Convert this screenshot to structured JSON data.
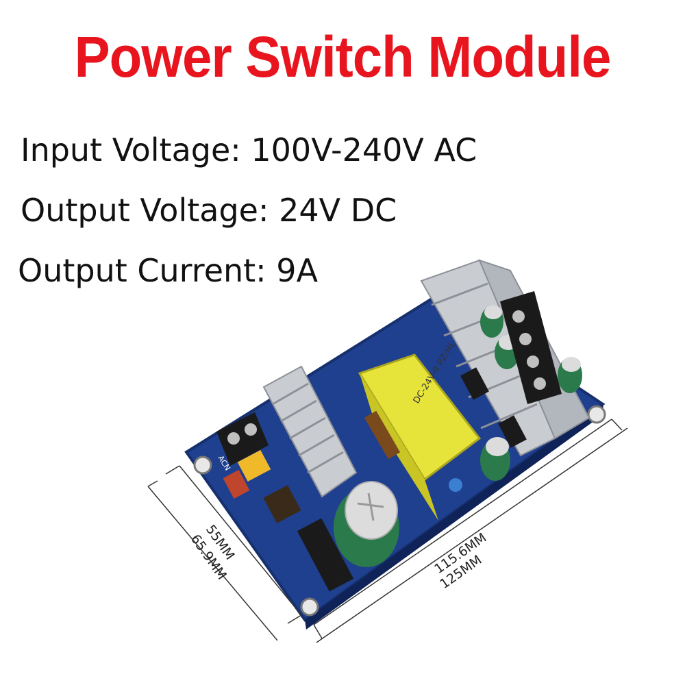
{
  "title": "Power Switch Module",
  "specs": {
    "input_voltage": "Input Voltage: 100V-240V AC",
    "output_voltage": "Output Voltage: 24V DC",
    "output_current": "Output Current: 9A"
  },
  "dimensions": {
    "inner_width": "55MM",
    "outer_width": "65.9MM",
    "inner_length": "115.6MM",
    "outer_length": "125MM"
  },
  "board_labels": {
    "transformer": "DC-24V-9 PZ-HL",
    "ac_terminal": "ACN"
  },
  "colors": {
    "title": "#e8141e",
    "pcb": "#1f3f8f",
    "transformer": "#e6e33a",
    "heatsink": "#c9ccd1"
  }
}
